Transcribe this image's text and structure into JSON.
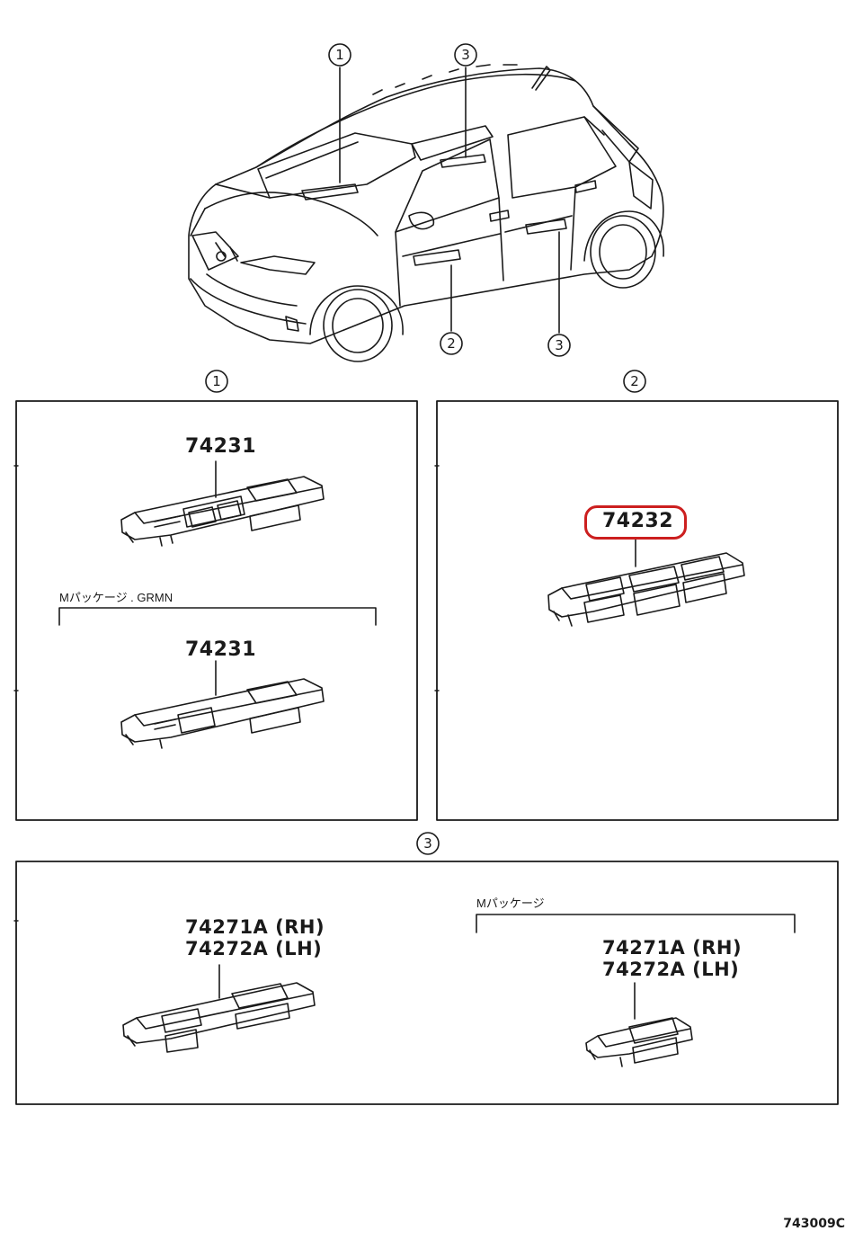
{
  "callouts": {
    "car_1": "1",
    "car_3_top": "3",
    "car_2": "2",
    "car_3_bottom": "3",
    "panel_1": "1",
    "panel_2": "2",
    "panel_3": "3"
  },
  "panel1": {
    "top_part": "74231",
    "note": "Mパッケージ . GRMN",
    "bottom_part": "74231"
  },
  "panel2": {
    "part": "74232",
    "highlight_color": "#cc1f1f"
  },
  "panel3": {
    "left_part_rh": "74271A (RH)",
    "left_part_lh": "74272A (LH)",
    "note": "Mパッケージ",
    "right_part_rh": "74271A (RH)",
    "right_part_lh": "74272A (LH)"
  },
  "illustration_code": "743009C"
}
